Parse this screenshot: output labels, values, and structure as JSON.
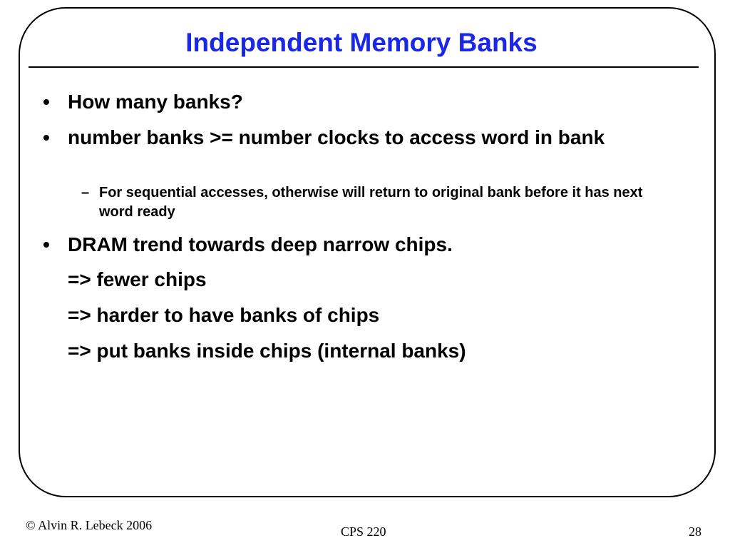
{
  "slide": {
    "title": "Independent Memory Banks",
    "title_color": "#1b27e6",
    "bullets": [
      {
        "marker": "•",
        "text": "How many banks?"
      },
      {
        "marker": "•",
        "text": "number banks  >= number clocks to access word in bank"
      },
      {
        "marker": "–",
        "text": "For sequential accesses, otherwise will return to original bank before it has next word ready"
      },
      {
        "marker": "•",
        "text": "DRAM trend towards deep narrow chips."
      }
    ],
    "continuations": [
      "=> fewer chips",
      "=> harder to have banks of chips",
      "=> put banks inside chips (internal banks)"
    ]
  },
  "footer": {
    "copyright": "© Alvin R. Lebeck 2006",
    "course": "CPS 220",
    "page_number": "28"
  }
}
